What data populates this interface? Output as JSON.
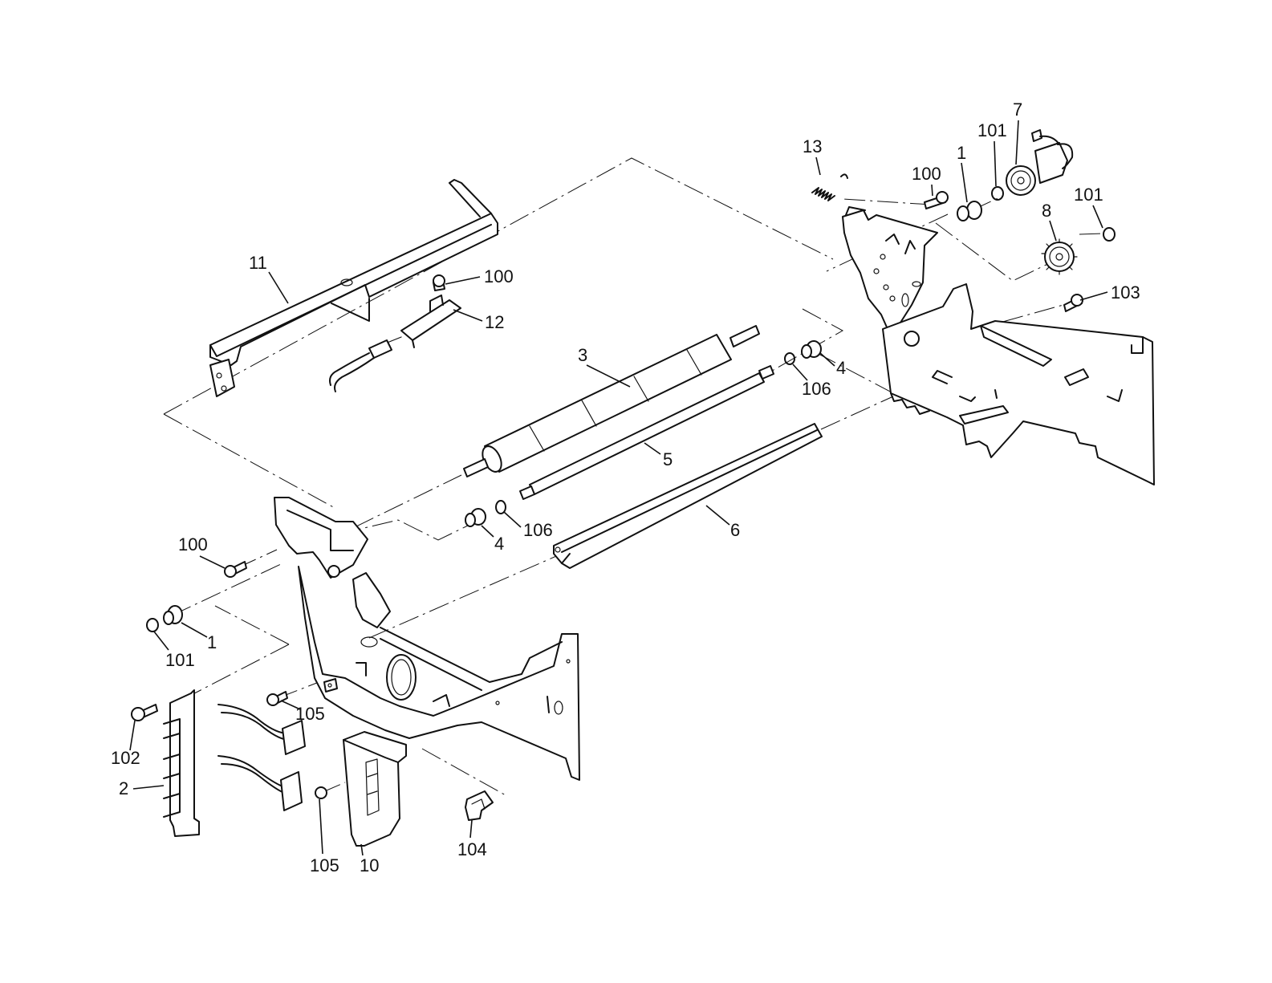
{
  "diagram": {
    "background": "#ffffff",
    "line_color": "#111111"
  },
  "callouts": {
    "c13": "13",
    "c1_top": "1",
    "c100_top": "100",
    "c101_top": "101",
    "c7": "7",
    "c101_right": "101",
    "c8": "8",
    "c103": "103",
    "c11": "11",
    "c100_mid": "100",
    "c12": "12",
    "c3": "3",
    "c4_right": "4",
    "c106_right": "106",
    "c5": "5",
    "c6": "6",
    "c106_left": "106",
    "c4_left": "4",
    "c100_left": "100",
    "c1_left": "1",
    "c101_left": "101",
    "c105_mid": "105",
    "c102": "102",
    "c2": "2",
    "c105_bottom": "105",
    "c10": "10",
    "c104": "104"
  }
}
